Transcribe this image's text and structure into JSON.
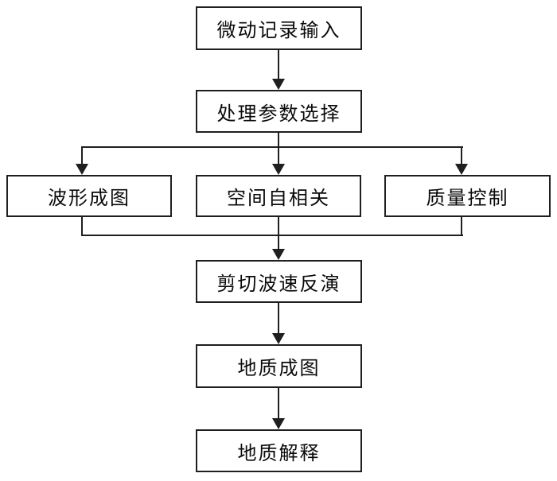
{
  "diagram": {
    "type": "flowchart",
    "direction": "top-down",
    "colors": {
      "line": "#1f1f1f",
      "box_border": "#1f1f1f",
      "box_fill": "#ffffff",
      "text": "#0a0a0a",
      "background": "#ffffff"
    },
    "nodes": [
      {
        "id": "input",
        "label": "微动记录输入"
      },
      {
        "id": "params",
        "label": "处理参数选择"
      },
      {
        "id": "waveform",
        "label": "波形成图"
      },
      {
        "id": "spac",
        "label": "空间自相关"
      },
      {
        "id": "qc",
        "label": "质量控制"
      },
      {
        "id": "inversion",
        "label": "剪切波速反演"
      },
      {
        "id": "geomap",
        "label": "地质成图"
      },
      {
        "id": "interp",
        "label": "地质解释"
      }
    ],
    "edges": [
      {
        "from": "input",
        "to": "params"
      },
      {
        "from": "params",
        "to": "waveform"
      },
      {
        "from": "params",
        "to": "spac"
      },
      {
        "from": "params",
        "to": "qc"
      },
      {
        "from": "waveform",
        "to": "inversion"
      },
      {
        "from": "spac",
        "to": "inversion"
      },
      {
        "from": "qc",
        "to": "inversion"
      },
      {
        "from": "inversion",
        "to": "geomap"
      },
      {
        "from": "geomap",
        "to": "interp"
      }
    ]
  }
}
